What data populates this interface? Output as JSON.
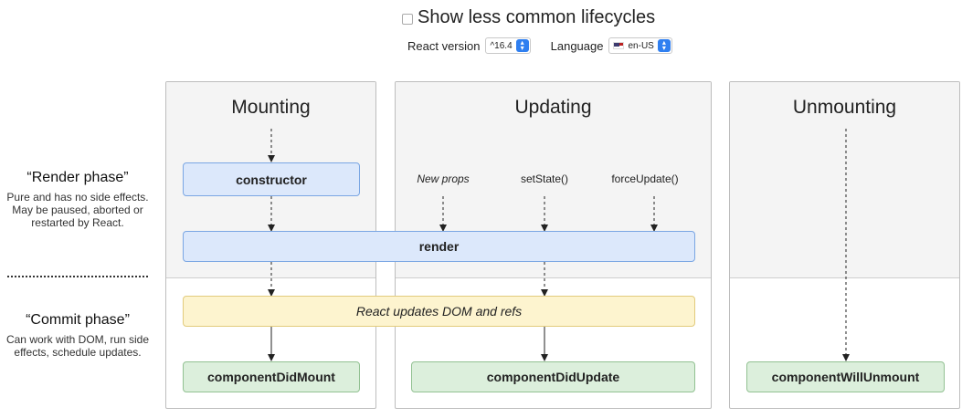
{
  "toggle": {
    "label": "Show less common lifecycles"
  },
  "controls": {
    "version_label": "React version",
    "version_value": "^16.4",
    "language_label": "Language",
    "language_value": "en-US"
  },
  "phases": {
    "mounting": "Mounting",
    "updating": "Updating",
    "unmounting": "Unmounting"
  },
  "side": {
    "render_title": "“Render phase”",
    "render_desc": "Pure and has no side effects. May be paused, aborted or restarted by React.",
    "commit_title": "“Commit phase”",
    "commit_desc": "Can work with DOM, run side effects, schedule updates."
  },
  "boxes": {
    "constructor": "constructor",
    "render": "render",
    "dom_update": "React updates DOM and refs",
    "did_mount": "componentDidMount",
    "did_update": "componentDidUpdate",
    "will_unmount": "componentWillUnmount"
  },
  "triggers": {
    "new_props": "New props",
    "set_state": "setState()",
    "force_update": "forceUpdate()"
  },
  "colors": {
    "render_box": "#dce8fb",
    "commit_box": "#fdf4cf",
    "lifecycle_box": "#dcefdc",
    "render_phase_bg": "#f4f4f4",
    "select_accent": "#2f7ff0"
  },
  "icons": {
    "checkbox": "checkbox-icon",
    "stepper": "stepper-icon",
    "flag": "us-flag-icon"
  }
}
